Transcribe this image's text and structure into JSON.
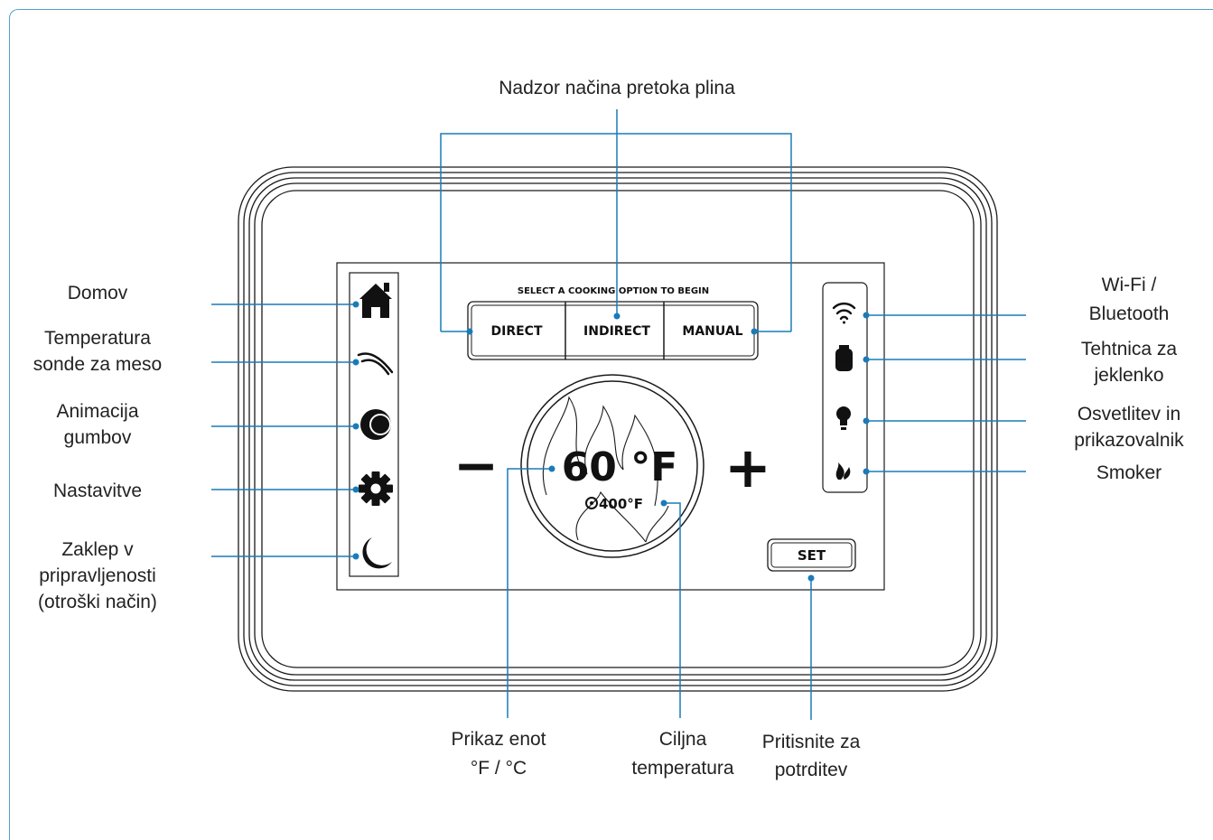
{
  "screen": {
    "header_text": "SELECT A COOKING OPTION TO BEGIN",
    "modes": [
      {
        "label": "DIRECT"
      },
      {
        "label": "INDIRECT"
      },
      {
        "label": "MANUAL"
      }
    ],
    "current_temp": "60 °F",
    "target_temp": "400°F",
    "minus_label": "−",
    "plus_label": "+",
    "set_label": "SET",
    "propane_level": "100",
    "left_icons": [
      "home-icon",
      "meat-probe-icon",
      "knob-animation-icon",
      "gear-icon",
      "moon-icon"
    ],
    "right_icons": [
      "wifi-icon",
      "propane-tank-icon",
      "light-bulb-icon",
      "smoker-icon"
    ]
  },
  "callouts": {
    "top": [
      "Nadzor načina pretoka plina"
    ],
    "left": [
      [
        "Domov"
      ],
      [
        "Temperatura",
        "sonde za meso"
      ],
      [
        "Animacija",
        "gumbov"
      ],
      [
        "Nastavitve"
      ],
      [
        "Zaklep v",
        "pripravljenosti",
        "(otroški način)"
      ]
    ],
    "right": [
      [
        "Wi-Fi /",
        "Bluetooth"
      ],
      [
        "Tehtnica za",
        "jeklenko"
      ],
      [
        "Osvetlitev in",
        "prikazovalnik"
      ],
      [
        "Smoker"
      ]
    ],
    "bottom": [
      [
        "Prikaz enot",
        "°F / °C"
      ],
      [
        "Ciljna",
        "temperatura"
      ],
      [
        "Pritisnite za",
        "potrditev"
      ]
    ]
  },
  "colors": {
    "leader_line": "#1a7bb9",
    "outline": "#1a1a1a",
    "frame": "#4ea3c8"
  }
}
